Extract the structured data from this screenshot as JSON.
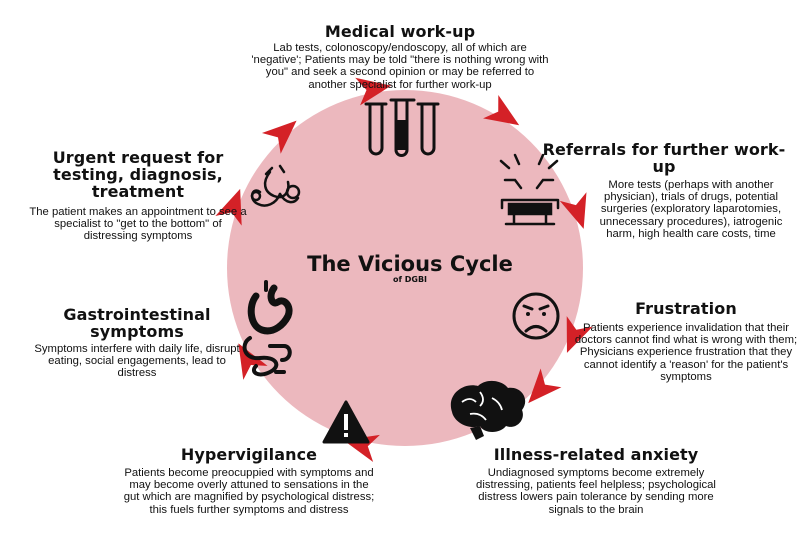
{
  "colors": {
    "circle_fill": "#ecb8be",
    "arrow": "#d42127",
    "text": "#111111"
  },
  "center": {
    "title": "The Vicious Cycle",
    "subtitle": "of DGBI"
  },
  "stages": {
    "medical": {
      "title": "Medical work-up",
      "body": "Lab tests, colonoscopy/endoscopy, all of which are 'negative'; Patients may be told \"there is nothing wrong with you\" and seek a second opinion or may be referred to another specialist for further work-up",
      "icon": "test-tubes-icon"
    },
    "referrals": {
      "title": "Referrals for further work-up",
      "body": "More tests (perhaps with another physician), trials of drugs, potential surgeries (exploratory laparotomies, unnecessary procedures), iatrogenic harm, high health care costs, time",
      "icon": "operating-table-icon"
    },
    "frustration": {
      "title": "Frustration",
      "body": "Patients experience invalidation that their doctors cannot find what is wrong with them; Physicians experience frustration that they cannot identify a 'reason' for the patient's symptoms",
      "icon": "sad-face-icon"
    },
    "anxiety": {
      "title": "Illness-related anxiety",
      "body": "Undiagnosed symptoms become extremely distressing, patients feel helpless; psychological distress lowers pain tolerance by sending more signals to the brain",
      "icon": "brain-icon"
    },
    "hypervigilance": {
      "title": "Hypervigilance",
      "body": "Patients become preocuppied with symptoms and may become overly attuned to sensations in the gut which are magnified by psychological distress; this fuels further symptoms and distress",
      "icon": "warning-icon"
    },
    "gi": {
      "title": "Gastrointestinal symptoms",
      "body": "Symptoms interfere with daily life, disrupt eating, social engagements, lead to distress",
      "icon": "stomach-icon"
    },
    "urgent": {
      "title": "Urgent request for testing, diagnosis, treatment",
      "body": "The patient makes an appointment to see a specialist to \"get to the bottom\" of distressing symptoms",
      "icon": "stethoscope-icon"
    }
  }
}
